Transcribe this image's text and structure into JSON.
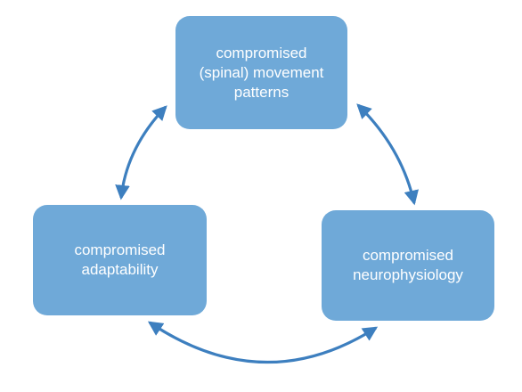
{
  "nodes": {
    "top": {
      "lines": [
        "compromised",
        "(spinal) movement",
        "patterns"
      ]
    },
    "left": {
      "lines": [
        "compromised",
        "adaptability"
      ]
    },
    "right": {
      "lines": [
        "compromised",
        "neurophysiology"
      ]
    }
  },
  "edges": [
    {
      "from": "top",
      "to": "left",
      "direction": "bidirectional"
    },
    {
      "from": "top",
      "to": "right",
      "direction": "bidirectional"
    },
    {
      "from": "left",
      "to": "right",
      "direction": "bidirectional"
    }
  ],
  "colors": {
    "node_fill": "#6fa9d8",
    "node_text": "#ffffff",
    "arrow": "#3d7fbf"
  }
}
